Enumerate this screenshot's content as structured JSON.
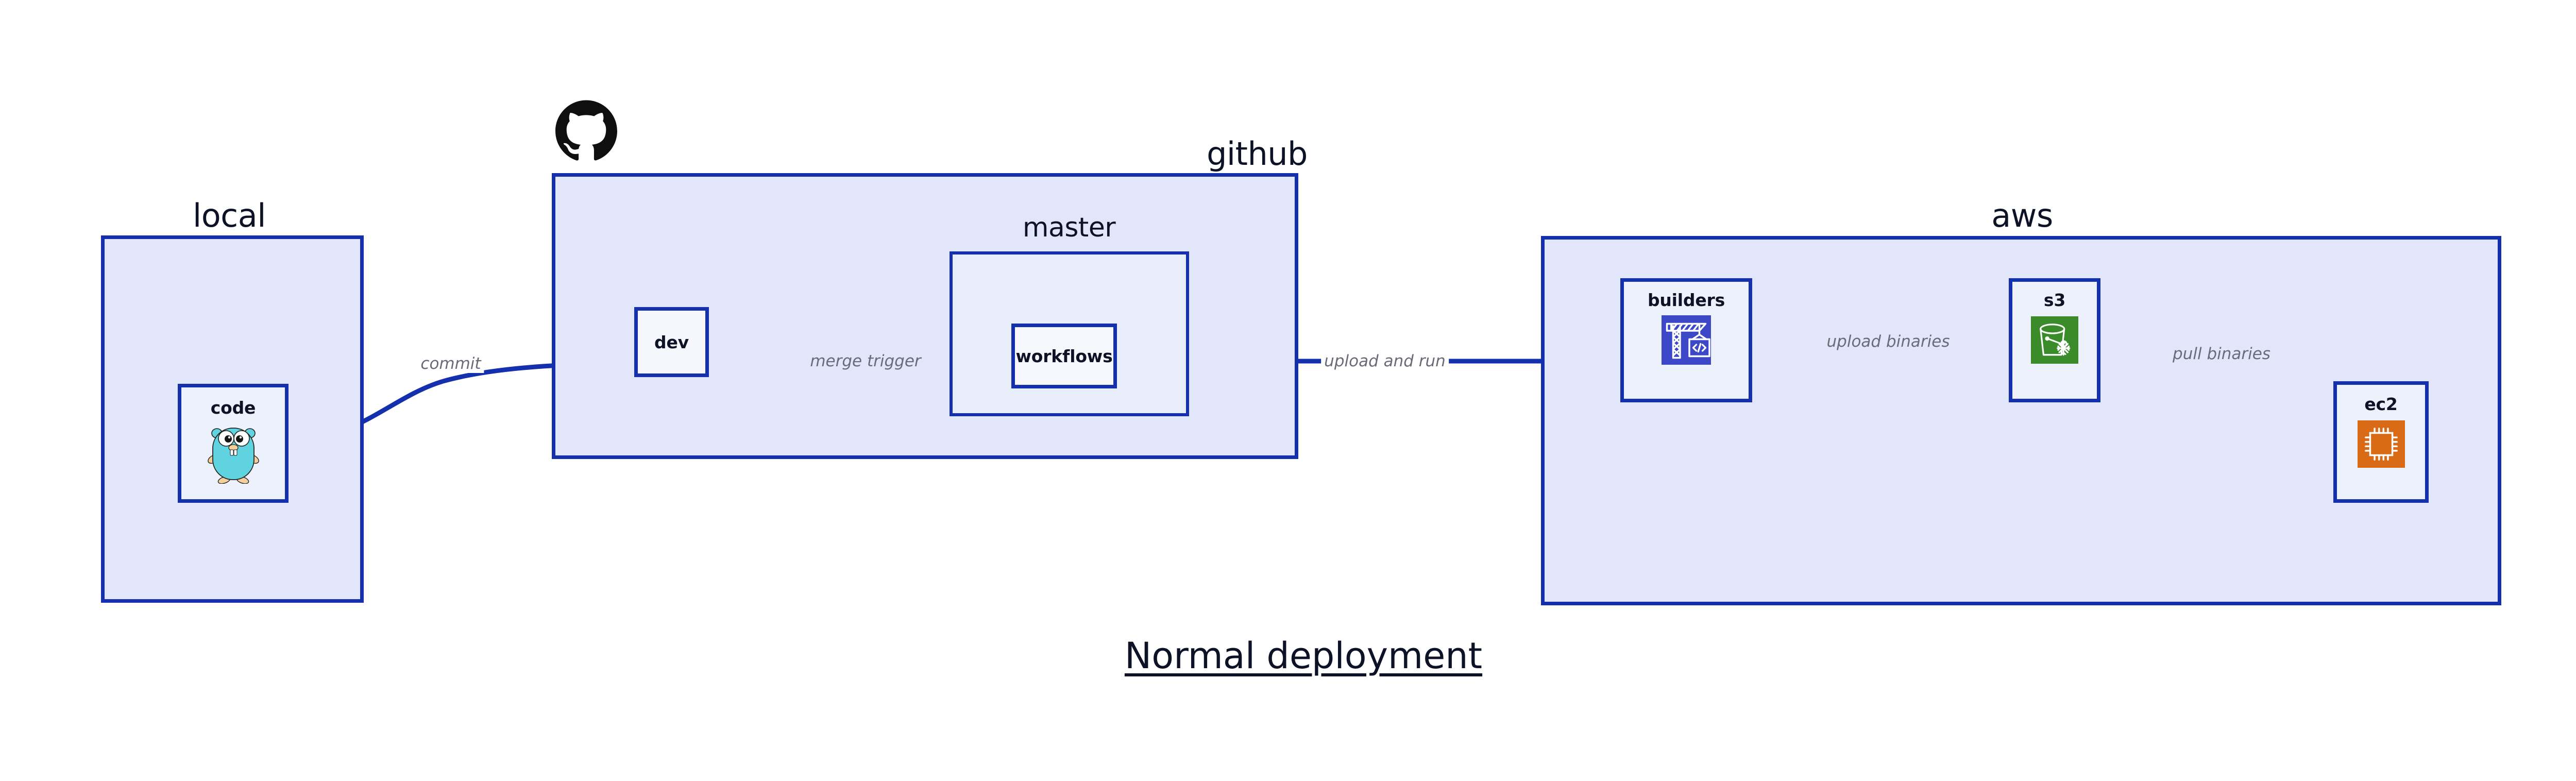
{
  "diagram": {
    "caption": "Normal deployment",
    "accent_color": "#1430ad",
    "group_fill": "#e2e6fa",
    "node_fill": "#edf1fc",
    "label_color": "#6a6a78",
    "text_color": "#0d1226"
  },
  "groups": [
    {
      "id": "local",
      "label": "local"
    },
    {
      "id": "github",
      "label": "github"
    },
    {
      "id": "master",
      "label": "master"
    },
    {
      "id": "aws",
      "label": "aws"
    }
  ],
  "nodes": [
    {
      "id": "code",
      "label": "code",
      "icon": "go-gopher-icon",
      "icon_color": "#5fd4e0"
    },
    {
      "id": "dev",
      "label": "dev",
      "icon": "none",
      "icon_color": ""
    },
    {
      "id": "workflows",
      "label": "workflows",
      "icon": "none",
      "icon_color": ""
    },
    {
      "id": "builders",
      "label": "builders",
      "icon": "crane-code-icon",
      "icon_color": "#3c48c8"
    },
    {
      "id": "s3",
      "label": "s3",
      "icon": "bucket-snowflake-icon",
      "icon_color": "#3a8b2a"
    },
    {
      "id": "ec2",
      "label": "ec2",
      "icon": "cpu-chip-icon",
      "icon_color": "#da6b16"
    }
  ],
  "edges": [
    {
      "id": "commit",
      "label": "commit",
      "from": "code",
      "to": "dev"
    },
    {
      "id": "merge-trigger",
      "label": "merge trigger",
      "from": "dev",
      "to": "workflows"
    },
    {
      "id": "upload-and-run",
      "label": "upload and run",
      "from": "workflows",
      "to": "builders"
    },
    {
      "id": "upload-binaries",
      "label": "upload binaries",
      "from": "builders",
      "to": "s3"
    },
    {
      "id": "pull-binaries",
      "label": "pull binaries",
      "from": "s3",
      "to": "ec2"
    }
  ],
  "logos": [
    {
      "id": "github-logo",
      "name": "github-octocat-logo"
    }
  ]
}
